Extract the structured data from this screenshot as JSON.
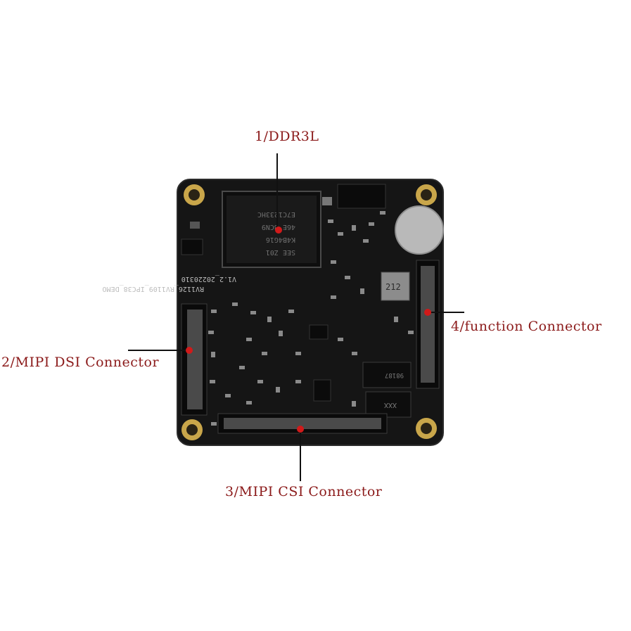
{
  "callouts": {
    "ddr": "1/DDR3L",
    "dsi": "2/MIPI DSI Connector",
    "csi": "3/MIPI CSI Connector",
    "func": "4/function Connector"
  },
  "board": {
    "version_text": "V1.2_20220310",
    "model_text": "RV1126_RV1109_IPC38_DEMO",
    "chip_text": [
      "E7C1233HC",
      "46E BCN9",
      "K4B4G16",
      "SEE Z01"
    ],
    "ic_text_1": "212",
    "ic_text_2": "98187",
    "ic_text_3": "XXX"
  },
  "colors": {
    "background": "#ffffff",
    "pcb": "#141414",
    "marker": "#d11a1a",
    "label": "#8b1a1a",
    "pad": "#c9a64a"
  }
}
